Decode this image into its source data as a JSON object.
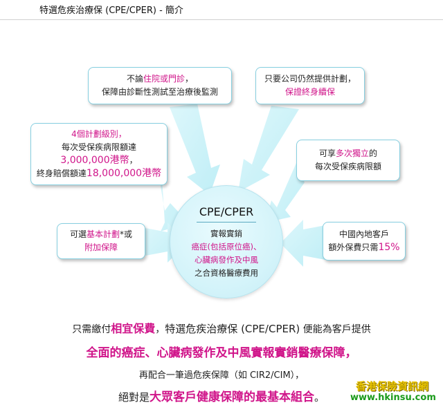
{
  "header": {
    "title": "特選危疾治療保 (CPE/CPER) - 簡介"
  },
  "boxes": {
    "top_center": {
      "line1_pre": "不論",
      "line1_hl": "住院或門診",
      "line1_post": "，",
      "line2": "保障由診斷性測試至治療後監測"
    },
    "top_right": {
      "line1": "只要公司仍然提供計劃，",
      "line2": "保證終身續保"
    },
    "left_upper": {
      "line1": "4個計劃級別，",
      "line2": "每次受保疾病限額達",
      "line3": "3,000,000港幣",
      "line3_post": "，",
      "line4_pre": "終身賠償額達",
      "line4_hl": "18,000,000港幣"
    },
    "right_upper": {
      "line1_pre": "可享",
      "line1_hl": "多次獨立",
      "line1_post": "的",
      "line2": "每次受保疾病限額"
    },
    "left_lower": {
      "line1_pre": "可選",
      "line1_hl": "基本計劃",
      "line1_post": "*或",
      "line2": "附加保障"
    },
    "right_lower": {
      "line1": "中國內地客戶",
      "line2_pre": "額外保費只需",
      "line2_hl": "15%"
    }
  },
  "center": {
    "title": "CPE/CPER",
    "line1": "實報實銷",
    "line2": "癌症(包括原位癌)、",
    "line3": "心臟病發作及中風",
    "line4": "之合資格醫療費用"
  },
  "summary": {
    "l1_a": "只需繳付",
    "l1_b": "相宜保費",
    "l1_c": "，",
    "l1_d": "特選危疾治療保 (CPE/CPER)",
    "l1_e": " 便能為客戶提供",
    "l2": "全面的癌症、心臟病發作及中風實報實銷醫療保障，",
    "l3": "再配合一筆過危疾保障（如 CIR2/CIM），",
    "l4_a": "絕對是",
    "l4_b": "大眾客戶健康保障的最基本組合",
    "l4_c": "。"
  },
  "watermark": {
    "line1": "香港保險資訊網",
    "line2": "www.hkinsu.com"
  },
  "colors": {
    "accent": "#d0158a",
    "arrow": "#ccf1f8",
    "border": "#86cfe0"
  }
}
